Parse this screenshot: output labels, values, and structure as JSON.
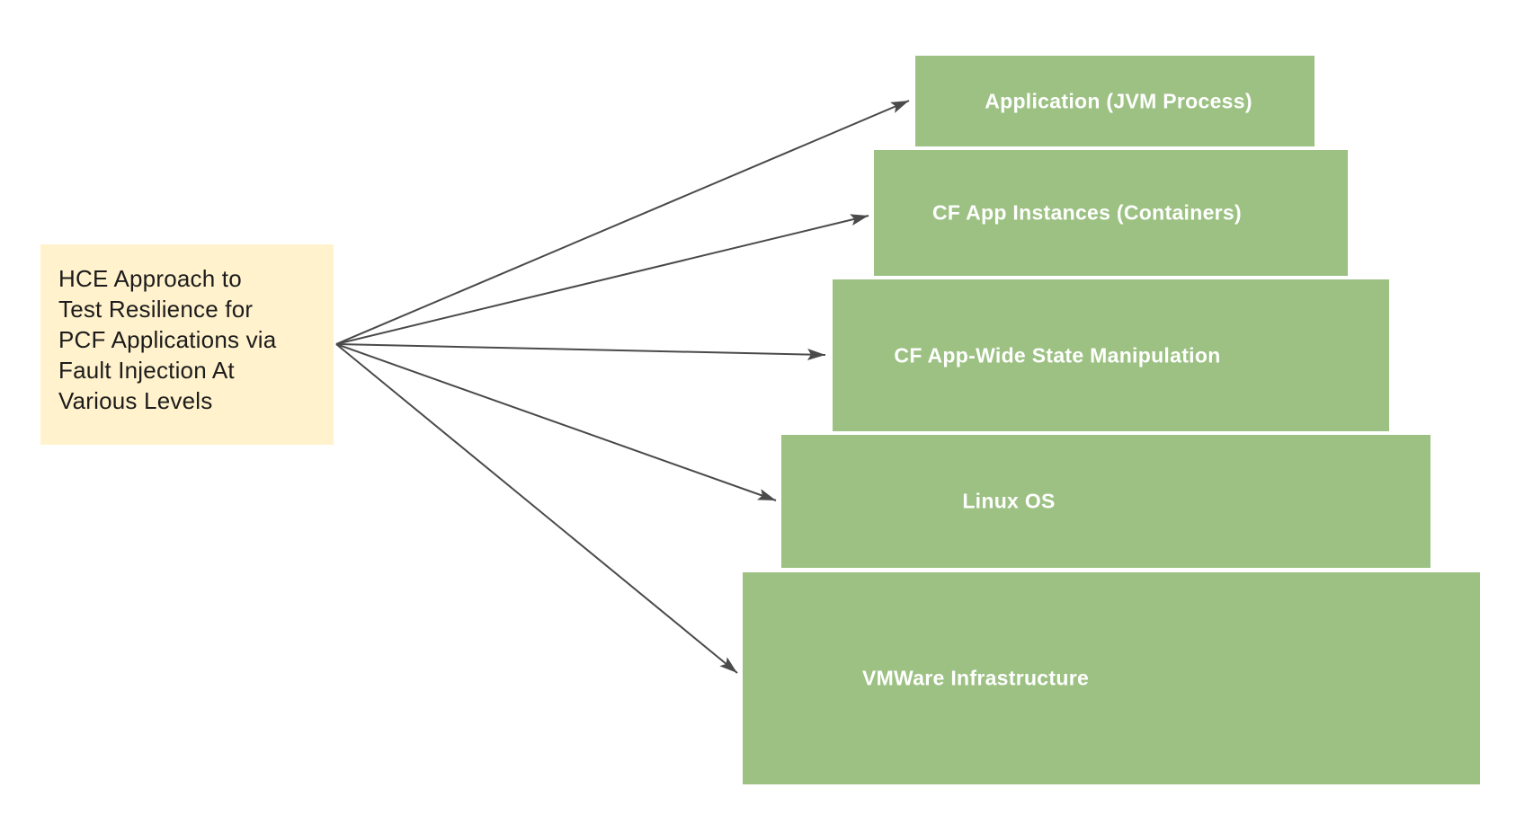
{
  "note": {
    "lines": [
      "HCE Approach to",
      "Test Resilience for",
      "PCF Applications via",
      "Fault Injection At",
      "Various Levels"
    ]
  },
  "levels": [
    {
      "label": "Application (JVM Process)"
    },
    {
      "label": "CF App Instances (Containers)"
    },
    {
      "label": "CF App-Wide State Manipulation"
    },
    {
      "label": "Linux OS"
    },
    {
      "label": "VMWare Infrastructure"
    }
  ],
  "colors": {
    "page-bg": "#FFFFFF",
    "note-bg": "#FFF2CC",
    "note-text": "#1C1C1C",
    "level-bg": "#9CC183",
    "level-text": "#FFFFFF",
    "arrow": "#4A4A4A"
  }
}
